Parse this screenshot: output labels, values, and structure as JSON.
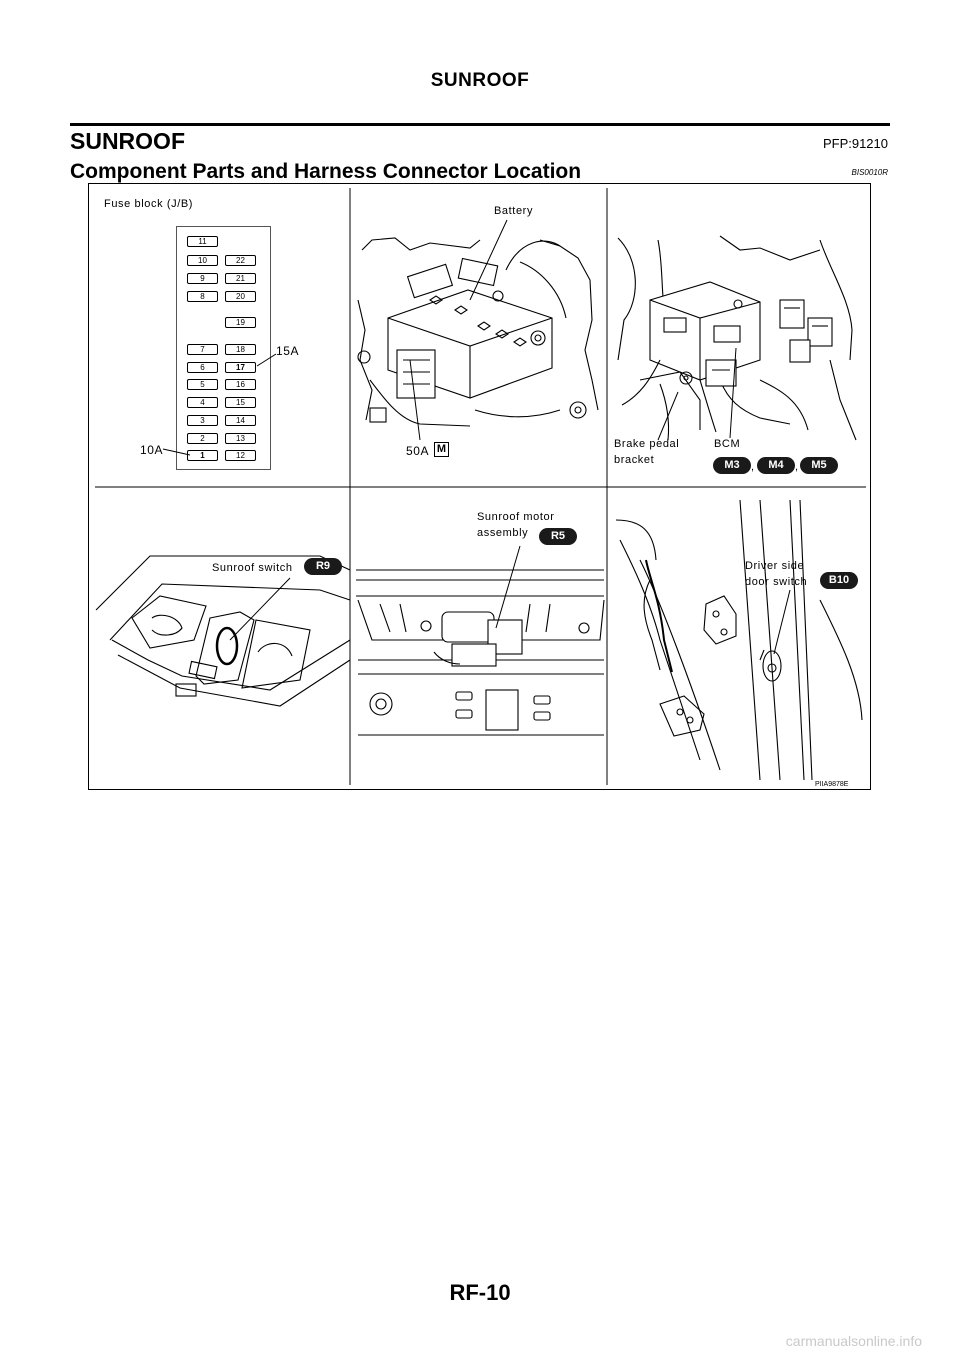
{
  "header": {
    "title": "SUNROOF"
  },
  "section": {
    "title": "SUNROOF",
    "pfp": "PFP:91210"
  },
  "subsection": {
    "title": "Component Parts and Harness Connector Location",
    "code": "BIS0010R"
  },
  "figure": {
    "fuse_block": {
      "label": "Fuse block (J/B)",
      "fuses_left": [
        "11",
        "10",
        "9",
        "8",
        "7",
        "6",
        "5",
        "4",
        "3",
        "2",
        "1"
      ],
      "fuses_right": [
        "22",
        "21",
        "20",
        "19",
        "18",
        "17",
        "16",
        "15",
        "14",
        "13",
        "12"
      ],
      "amp_15": "15A",
      "amp_10": "10A"
    },
    "battery": {
      "label": "Battery",
      "amp_50": "50A",
      "connector": "M"
    },
    "bcm": {
      "brake_label_1": "Brake pedal",
      "brake_label_2": "bracket",
      "bcm_label": "BCM",
      "connectors": [
        "M3",
        "M4",
        "M5"
      ],
      "separator": ","
    },
    "sunroof_switch": {
      "label": "Sunroof switch",
      "connector": "R9"
    },
    "sunroof_motor": {
      "label_1": "Sunroof motor",
      "label_2": "assembly",
      "connector": "R5"
    },
    "door_switch": {
      "label_1": "Driver side",
      "label_2": "door switch",
      "connector": "B10"
    },
    "code": "PIIA9878E"
  },
  "footer": {
    "page": "RF-10",
    "watermark": "carmanualsonline.info"
  }
}
